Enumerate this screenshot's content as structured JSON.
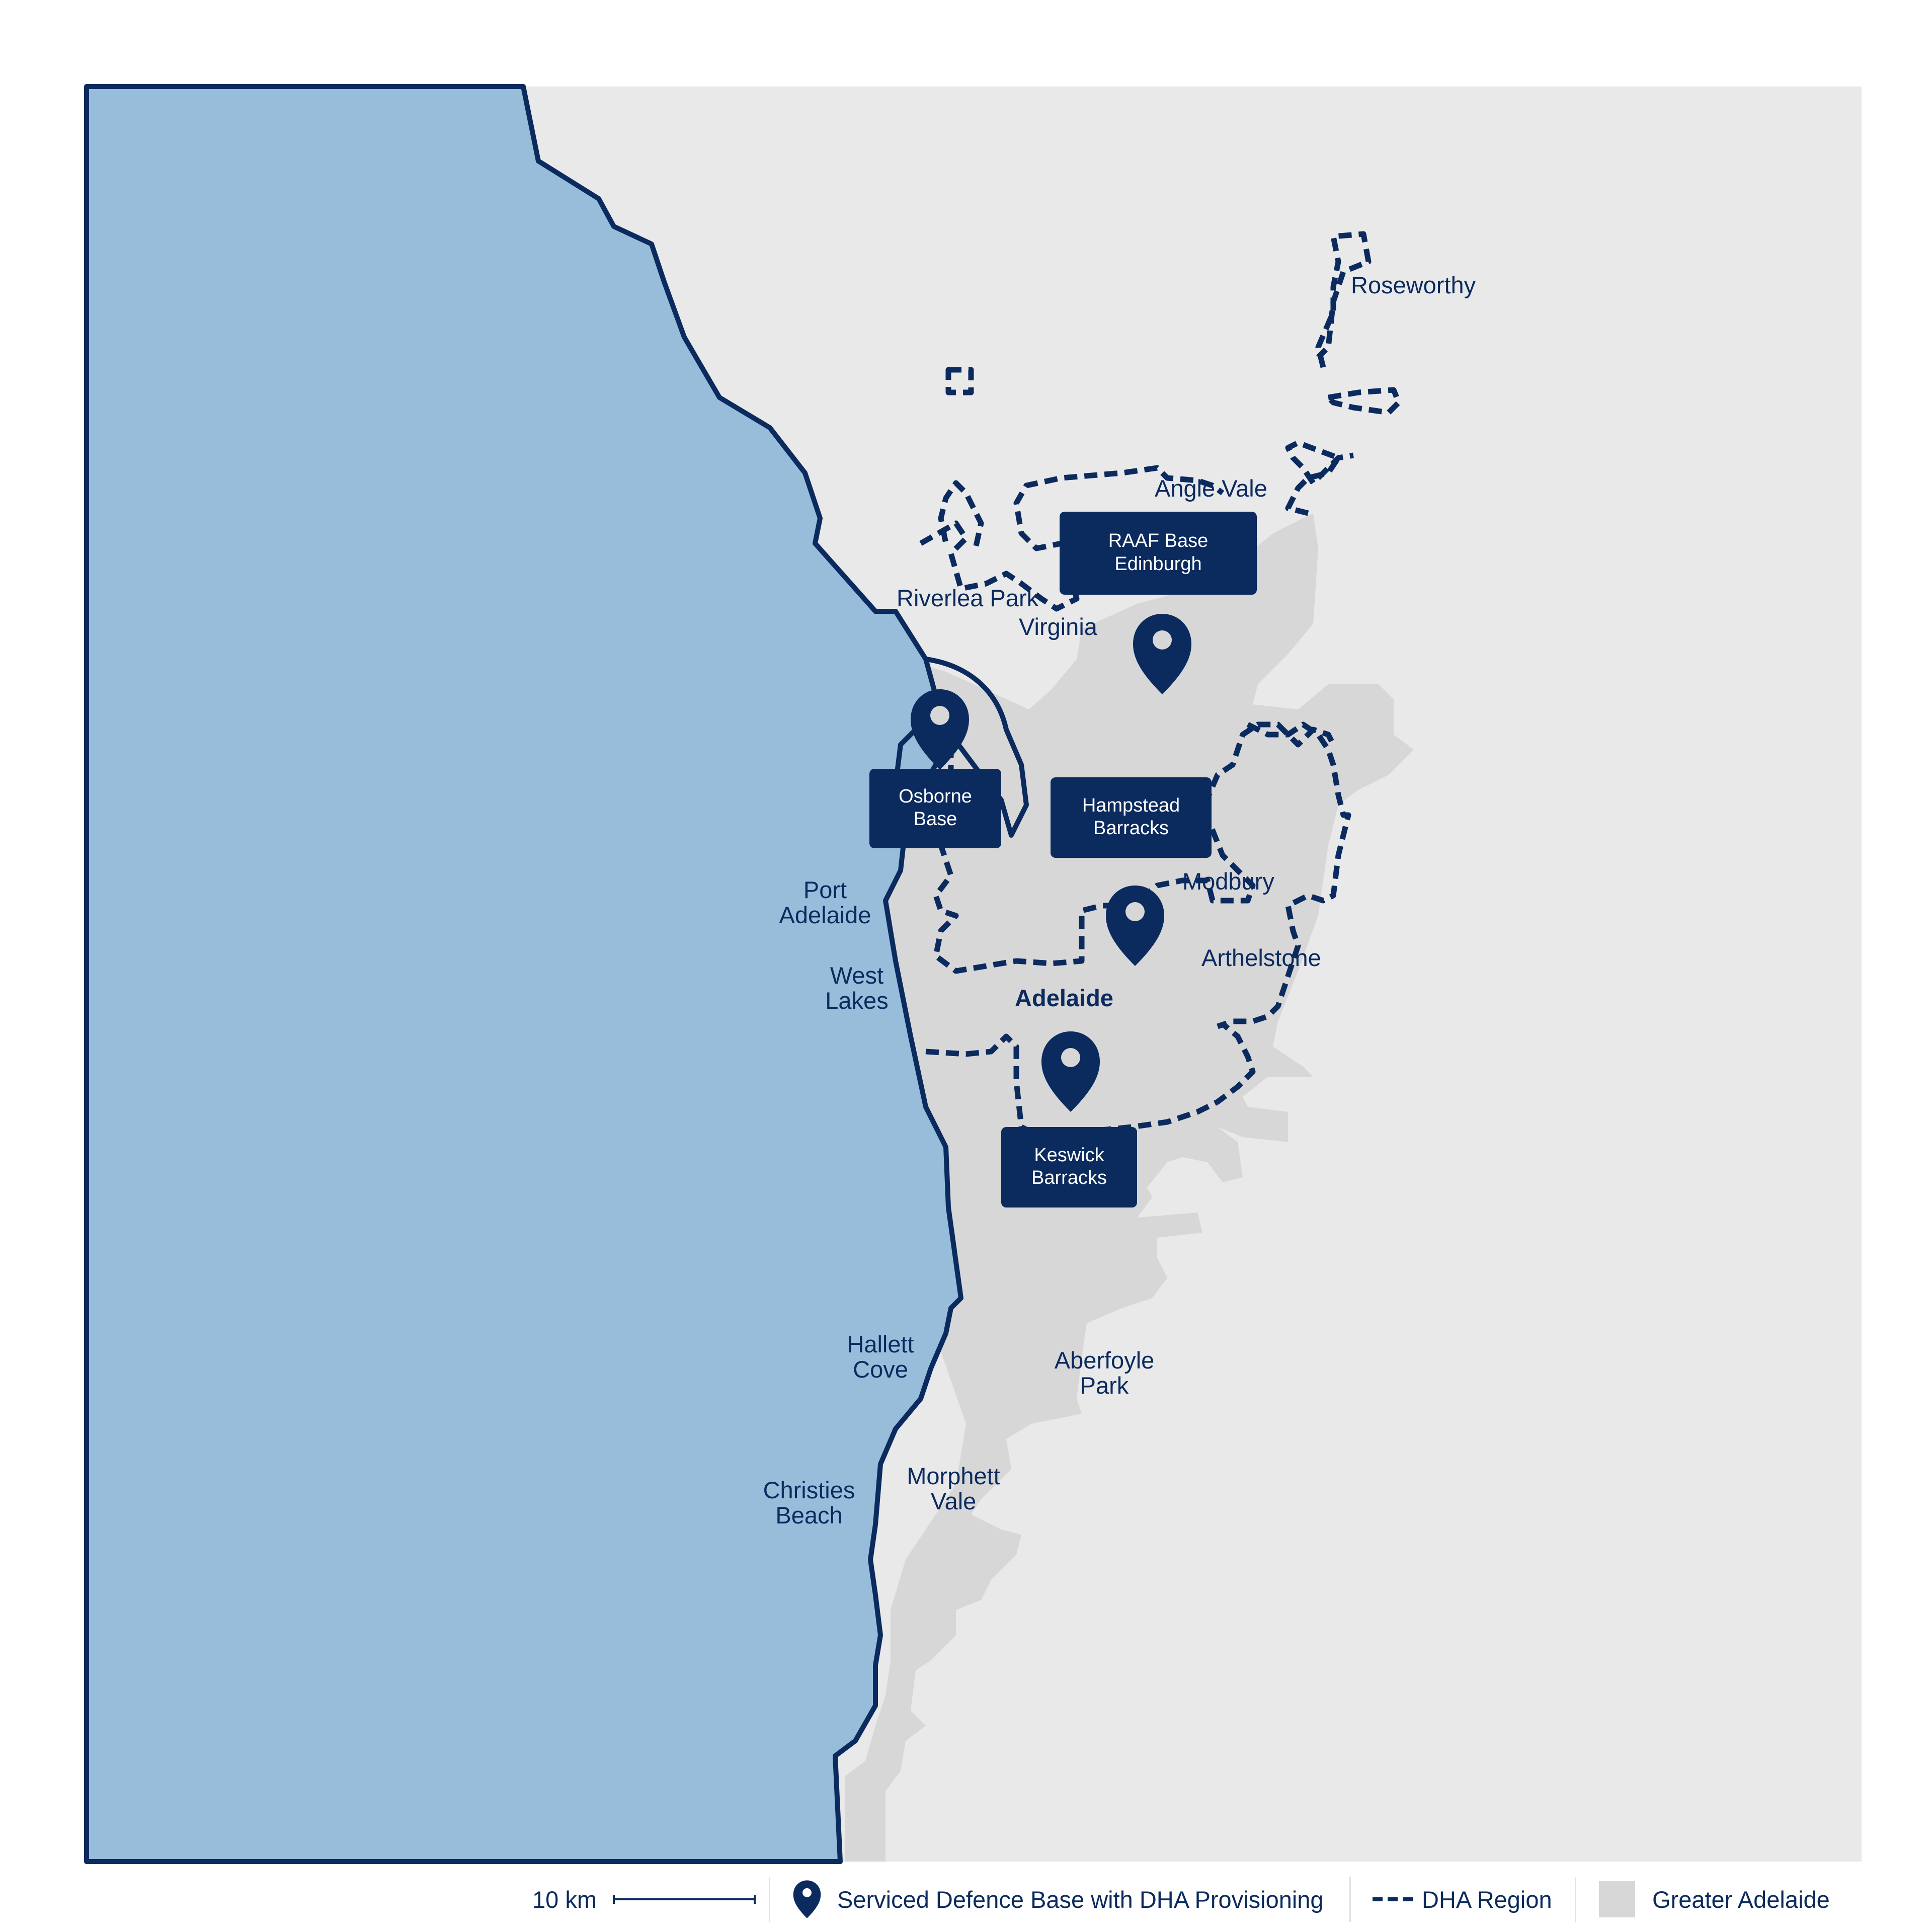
{
  "colors": {
    "sea": "#97bddb",
    "land": "#e9e9ea",
    "greater_adelaide": "#d7d7d8",
    "navy": "#0b2a5e",
    "label_box": "#0b2a5e"
  },
  "places": {
    "roseworthy": "Roseworthy",
    "angle_vale": "Angle Vale",
    "riverlea_park": "Riverlea Park",
    "virginia": "Virginia",
    "modbury": "Modbury",
    "arthelstone": "Arthelstone",
    "adelaide": "Adelaide",
    "port_adelaide_1": "Port",
    "port_adelaide_2": "Adelaide",
    "west_lakes_1": "West",
    "west_lakes_2": "Lakes",
    "hallett_cove_1": "Hallett",
    "hallett_cove_2": "Cove",
    "aberfoyle_park_1": "Aberfoyle",
    "aberfoyle_park_2": "Park",
    "christies_beach_1": "Christies",
    "christies_beach_2": "Beach",
    "morphett_vale_1": "Morphett",
    "morphett_vale_2": "Vale"
  },
  "bases": {
    "edinburgh_1": "RAAF Base",
    "edinburgh_2": "Edinburgh",
    "osborne_1": "Osborne",
    "osborne_2": "Base",
    "hampstead_1": "Hampstead",
    "hampstead_2": "Barracks",
    "keswick_1": "Keswick",
    "keswick_2": "Barracks"
  },
  "legend": {
    "scale": "10 km",
    "base_marker_icon": "map-pin-icon",
    "base_marker": "Serviced Defence Base with DHA Provisioning",
    "dha_region": "DHA Region",
    "greater_adelaide": "Greater Adelaide"
  }
}
